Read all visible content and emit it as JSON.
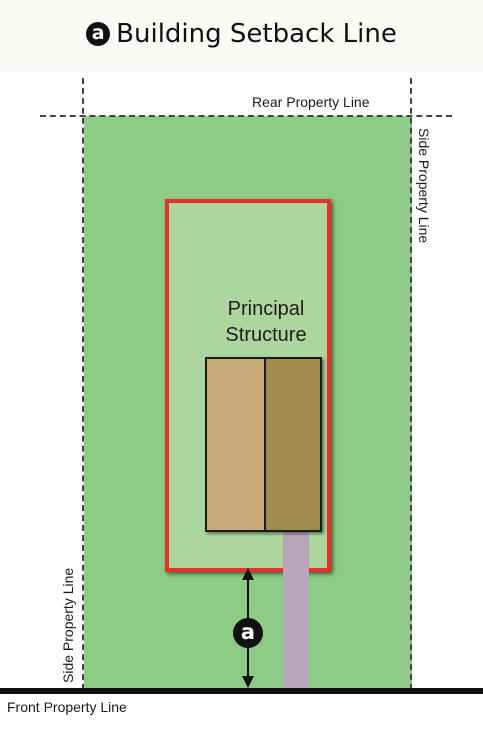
{
  "title": {
    "badge": "a",
    "text": "Building Setback Line"
  },
  "labels": {
    "rear_property_line": "Rear Property Line",
    "side_property_line_right": "Side Property Line",
    "side_property_line_left": "Side Property Line",
    "front_property_line": "Front Property Line",
    "structure_line1": "Principal",
    "structure_line2": "Structure"
  },
  "dimension": {
    "badge": "a"
  },
  "colors": {
    "lot_fill": "#8ecb86",
    "setback_fill": "#acd69e",
    "setback_border": "#e8302b",
    "roof_light": "#c8ab78",
    "roof_dark": "#a28a4e",
    "driveway": "#b7a6ba",
    "line": "#111111"
  }
}
